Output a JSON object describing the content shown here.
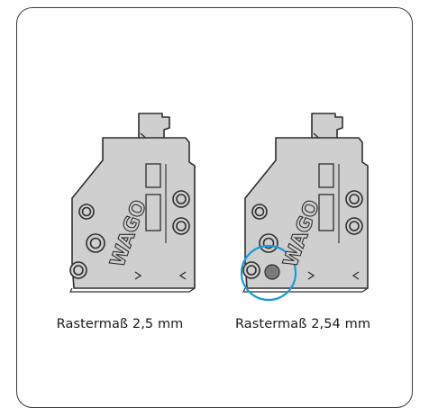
{
  "figure": {
    "left_part": {
      "caption": "Rastermaß 2,5 mm",
      "logo_text": "WAGO"
    },
    "right_part": {
      "caption": "Rastermaß 2,54 mm",
      "logo_text": "WAGO"
    },
    "colors": {
      "part_fill": "#cfcfcf",
      "outline": "#2e2e2e",
      "highlight_ring": "#1b9ad6",
      "highlight_pin": "#7a7a7a"
    }
  }
}
